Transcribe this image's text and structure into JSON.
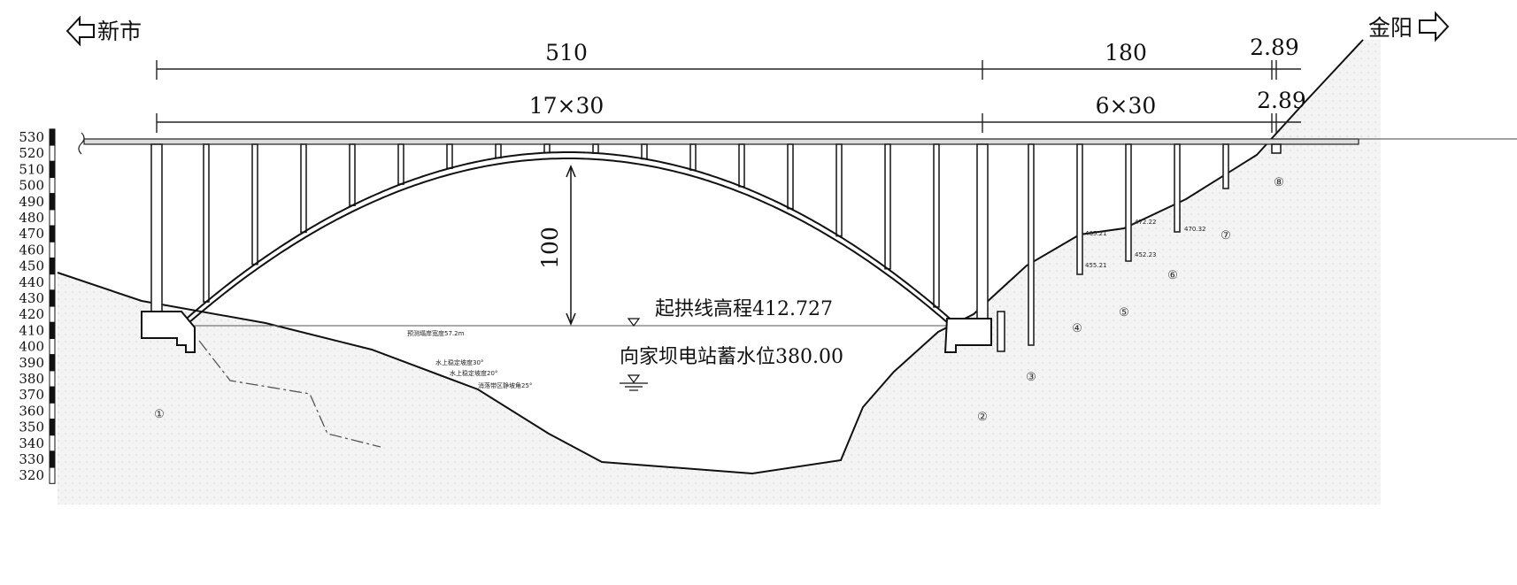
{
  "title_left": "新市",
  "title_right": "金阳",
  "dimensions": {
    "main_span": "510",
    "approach_span": "180",
    "end_gap_top": "2.89",
    "main_spans_detail": "17×30",
    "approach_spans_detail": "6×30",
    "end_gap_bottom": "2.89",
    "rise": "100"
  },
  "annotations": {
    "springing_elevation": "起拱线高程412.727",
    "reservoir_level": "向家坝电站蓄水位380.00",
    "bank_collapse_width": "预测塌岸宽度57.2m",
    "slope_1": "水上稳定坡度30°",
    "slope_2": "水上稳定坡度20°",
    "slope_3": "消落带区静坡角25°",
    "elev_1": "465.21",
    "elev_2": "472.22",
    "elev_3": "455.21",
    "elev_4": "452.23",
    "elev_5": "470.32"
  },
  "elevation_scale": [
    "530",
    "520",
    "510",
    "500",
    "490",
    "480",
    "470",
    "460",
    "450",
    "440",
    "430",
    "420",
    "410",
    "400",
    "390",
    "380",
    "370",
    "360",
    "350",
    "340",
    "330",
    "320"
  ],
  "strata": [
    "①",
    "②",
    "③",
    "④",
    "⑤",
    "⑥",
    "⑦",
    "⑧"
  ]
}
